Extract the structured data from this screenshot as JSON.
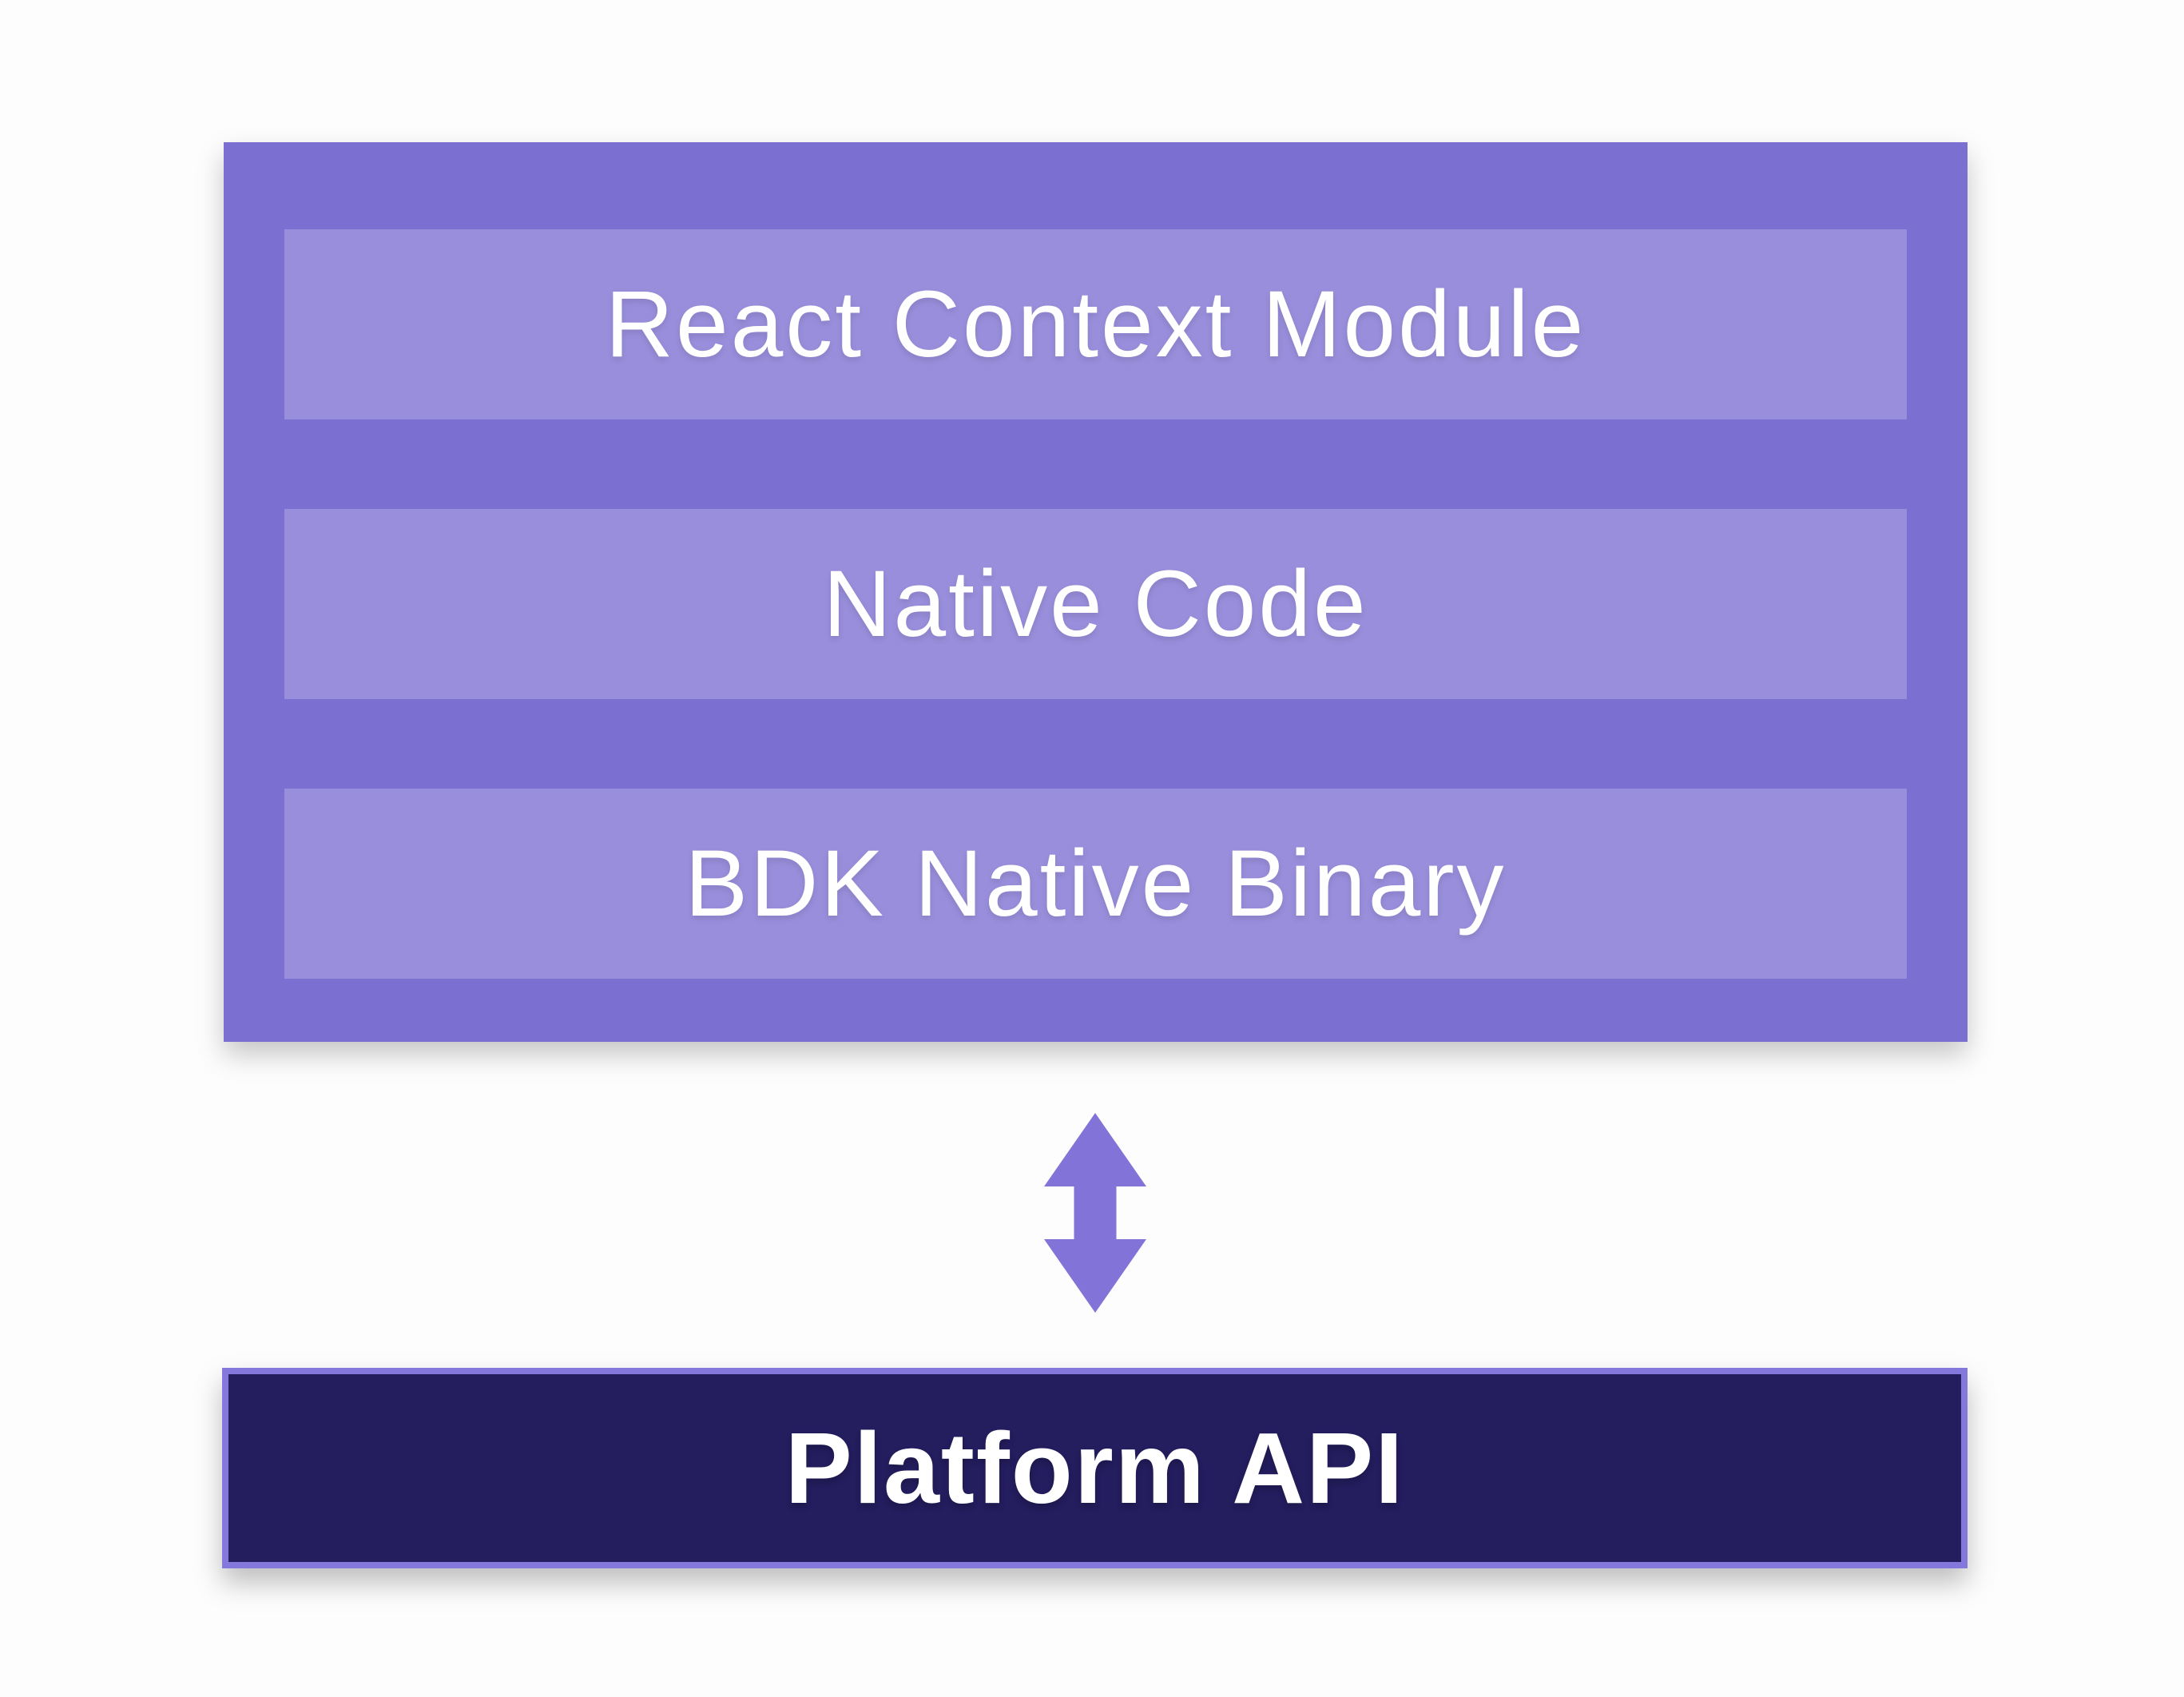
{
  "colors": {
    "canvas_bg": "#fdfdfd",
    "stack_fill": "#7b6fd1",
    "layer_fill": "#988edb",
    "layer_text": "#ffffff",
    "arrow_fill": "#8273d9",
    "platform_fill": "#241d5e",
    "platform_border": "#8478dc",
    "platform_text": "#ffffff"
  },
  "stack": {
    "layers": [
      {
        "label": "React Context Module"
      },
      {
        "label": "Native Code"
      },
      {
        "label": "BDK Native Binary"
      }
    ]
  },
  "connector": {
    "icon": "bidirectional-arrow"
  },
  "platform": {
    "label": "Platform API"
  }
}
